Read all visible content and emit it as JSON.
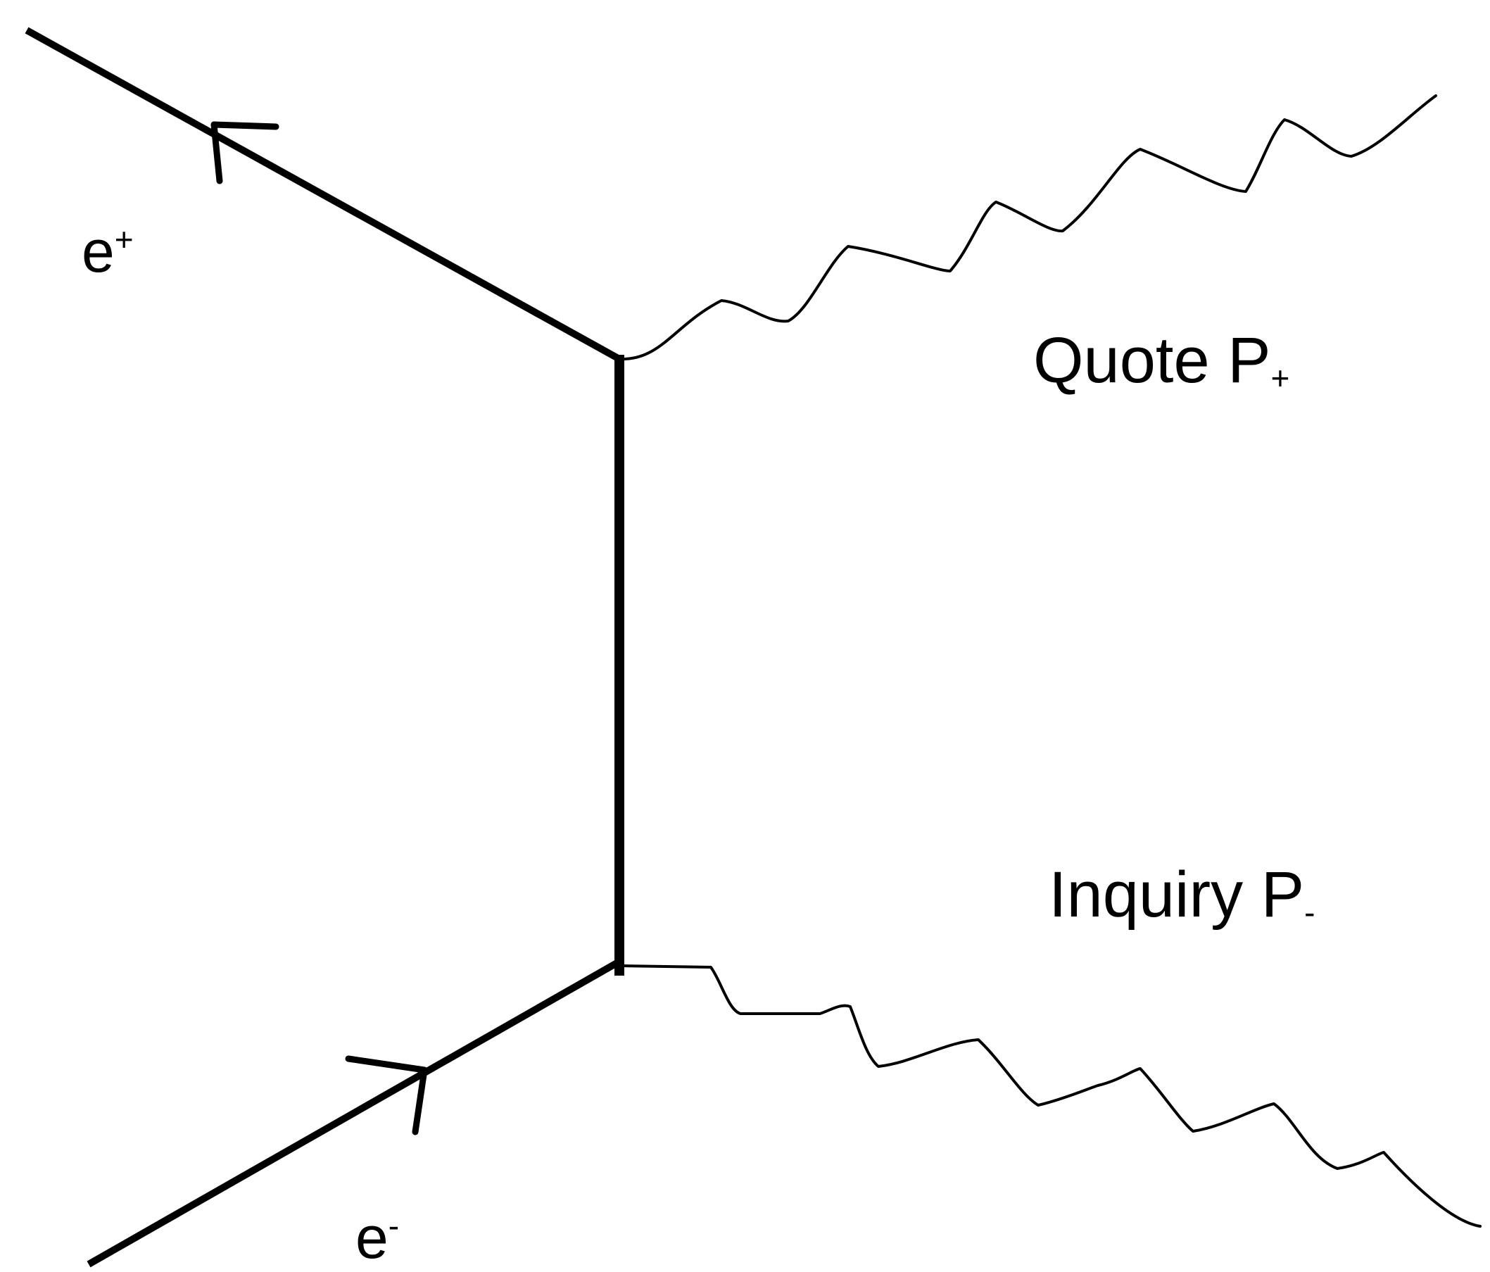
{
  "particles": {
    "positron": {
      "base": "e",
      "charge": "+"
    },
    "electron": {
      "base": "e",
      "charge": "-"
    }
  },
  "photons": {
    "upper": {
      "name": "Quote P",
      "subscript": "+"
    },
    "lower": {
      "name": "Inquiry P",
      "subscript": "-"
    }
  },
  "colors": {
    "line": "#000000",
    "background": "#ffffff"
  }
}
